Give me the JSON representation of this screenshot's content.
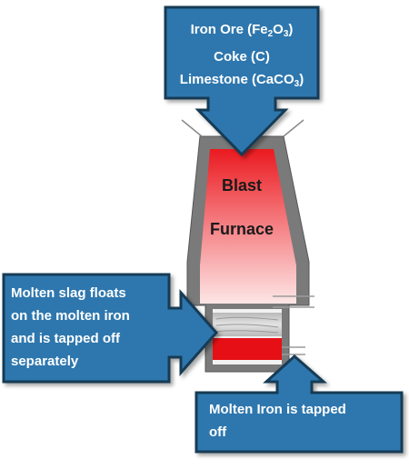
{
  "inputs": {
    "line1_prefix": "Iron Ore (Fe",
    "line1_sub1": "2",
    "line1_mid": "O",
    "line1_sub2": "3",
    "line1_suffix": ")",
    "line2": "Coke (C)",
    "line3_prefix": "Limestone (CaCO",
    "line3_sub": "3",
    "line3_suffix": ")"
  },
  "furnace": {
    "line1": "Blast",
    "line2": "Furnace"
  },
  "slag": {
    "lines": [
      "Molten slag floats",
      "on the molten iron",
      "and is tapped off",
      "separately"
    ]
  },
  "iron": {
    "lines": [
      "Molten Iron is tapped",
      "off"
    ]
  },
  "colors": {
    "callout_fill": "#2e77ae",
    "callout_stroke": "#173a55",
    "furnace_wall": "#7a7a7a",
    "hot_red": "#e8141c",
    "slag": "#c8c8c8",
    "molten_iron": "#e60f16"
  }
}
